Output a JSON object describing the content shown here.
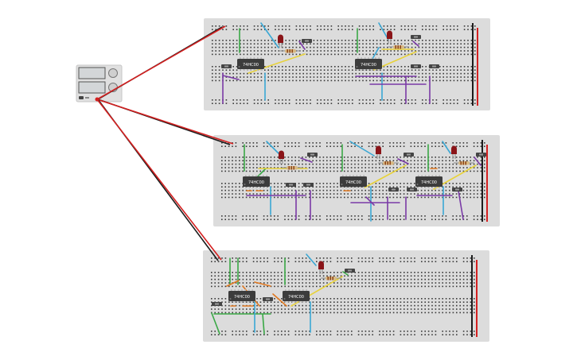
{
  "colors": {
    "background": "#ffffff",
    "breadboard": "#dcdcdc",
    "hole": "#3a3a3a",
    "rail_red": "#d42020",
    "rail_black": "#1c1c1c",
    "chip": "#3c3c3c",
    "chip_label": "#ffffff",
    "led": "#8a1418",
    "resistor": "#d7b984",
    "wire_red": "#d42020",
    "wire_black": "#1c1c1c",
    "wire_green": "#39a845",
    "wire_blue": "#3aa7d4",
    "wire_purple": "#7a3aa6",
    "wire_yellow": "#e8d23a",
    "wire_orange": "#e07820",
    "power_supply": "#e0e0e0"
  },
  "chip_label": "74HC00",
  "breadboards": [
    {
      "name": "breadboard-top",
      "chip_count": 2,
      "led_count": 2
    },
    {
      "name": "breadboard-middle",
      "chip_count": 3,
      "led_count": 3
    },
    {
      "name": "breadboard-bottom",
      "chip_count": 2,
      "led_count": 1
    }
  ],
  "power_supply": {
    "icon": "power-supply-icon"
  }
}
